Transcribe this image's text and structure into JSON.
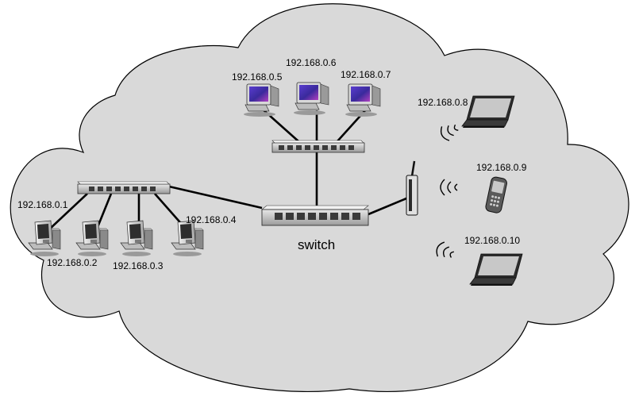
{
  "diagram": {
    "center_label": "switch",
    "hosts": {
      "h1": "192.168.0.1",
      "h2": "192.168.0.2",
      "h3": "192.168.0.3",
      "h4": "192.168.0.4",
      "h5": "192.168.0.5",
      "h6": "192.168.0.6",
      "h7": "192.168.0.7",
      "h8": "192.168.0.8",
      "h9": "192.168.0.9",
      "h10": "192.168.0.10"
    },
    "colors": {
      "cloud_fill": "#d9d9d9",
      "monitor_screen": "#3a2a9c",
      "switch_body": "#cfcfcf"
    },
    "icons": [
      "cloud-icon",
      "switch-icon",
      "desktop-icon",
      "laptop-icon",
      "phone-icon",
      "access-point-icon",
      "wireless-signal-icon"
    ]
  }
}
